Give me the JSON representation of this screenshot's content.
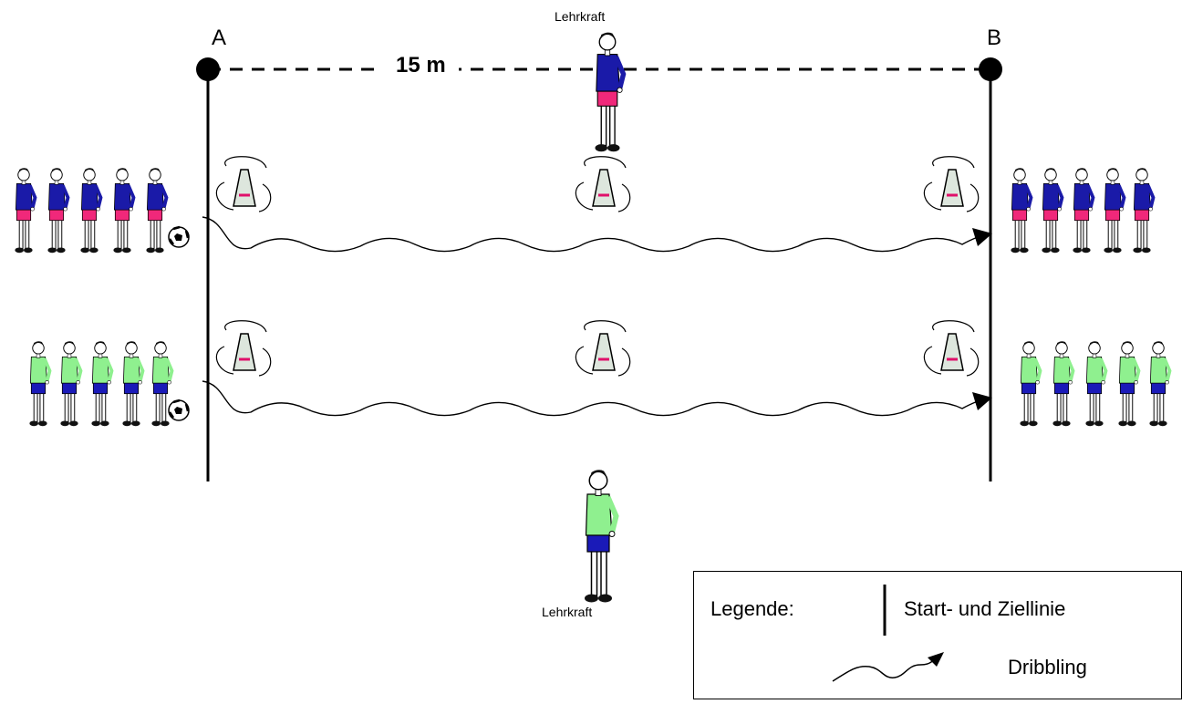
{
  "diagram": {
    "point_a": "A",
    "point_b": "B",
    "distance": "15 m",
    "teacher_top": "Lehrkraft",
    "teacher_bottom": "Lehrkraft"
  },
  "legend": {
    "title": "Legende:",
    "line_label": "Start- und Ziellinie",
    "dribble_label": "Dribbling"
  },
  "colors": {
    "team1_shirt": "#1a1aa8",
    "team1_shorts": "#f0287a",
    "team2_shirt": "#8ff08f",
    "team2_shorts": "#1a1ab8",
    "cone_fill": "#dde6dd",
    "cone_stripe": "#e0106a"
  },
  "icons": [
    "player-figure-icon",
    "ball-icon",
    "cone-icon",
    "arrow-icon"
  ]
}
